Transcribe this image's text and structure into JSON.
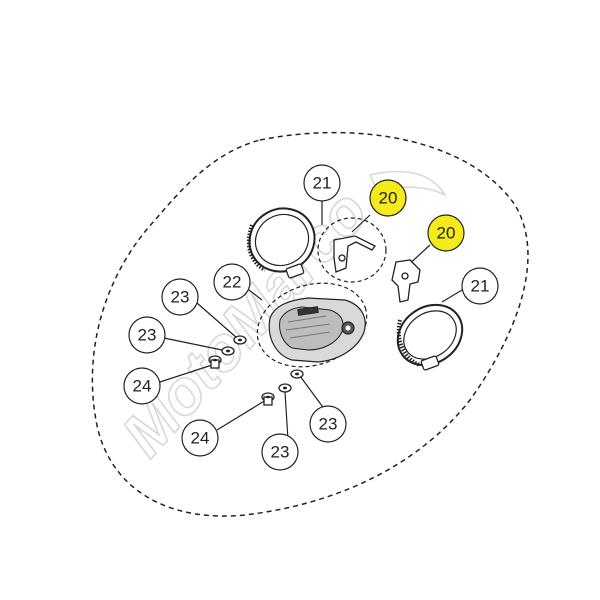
{
  "callouts": [
    {
      "id": "c21a",
      "label": "21",
      "highlight": false
    },
    {
      "id": "c20a",
      "label": "20",
      "highlight": true
    },
    {
      "id": "c20b",
      "label": "20",
      "highlight": true
    },
    {
      "id": "c22",
      "label": "22",
      "highlight": false
    },
    {
      "id": "c21b",
      "label": "21",
      "highlight": false
    },
    {
      "id": "c23a",
      "label": "23",
      "highlight": false
    },
    {
      "id": "c23b",
      "label": "23",
      "highlight": false
    },
    {
      "id": "c24a",
      "label": "24",
      "highlight": false
    },
    {
      "id": "c24b",
      "label": "24",
      "highlight": false
    },
    {
      "id": "c23c",
      "label": "23",
      "highlight": false
    },
    {
      "id": "c23d",
      "label": "23",
      "highlight": false
    }
  ],
  "colors": {
    "highlight": "#f5ea1a",
    "normal": "#ffffff",
    "outline": "#222222"
  },
  "watermark": "MotoMarco"
}
